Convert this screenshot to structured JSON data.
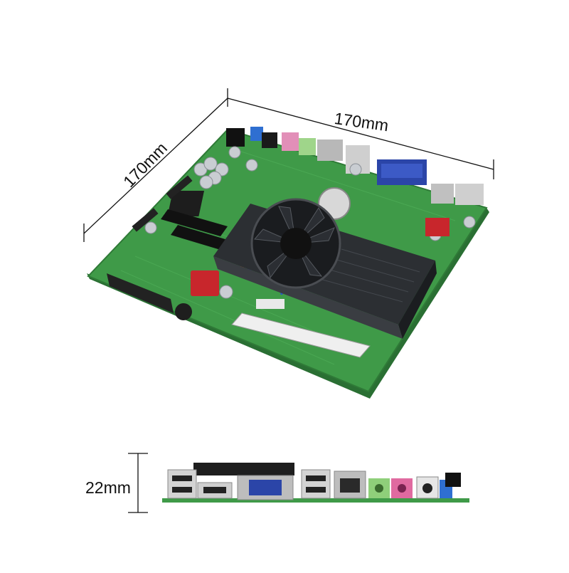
{
  "dimensions": {
    "width_label": "170mm",
    "depth_label": "170mm",
    "height_label": "22mm"
  },
  "colors": {
    "pcb_green": "#3f9a48",
    "heatsink": "#2c2f33",
    "vga_blue": "#2b45a8",
    "sata_red": "#c8262c",
    "audio_pink": "#e06aa0",
    "audio_green": "#8fcf7a"
  }
}
